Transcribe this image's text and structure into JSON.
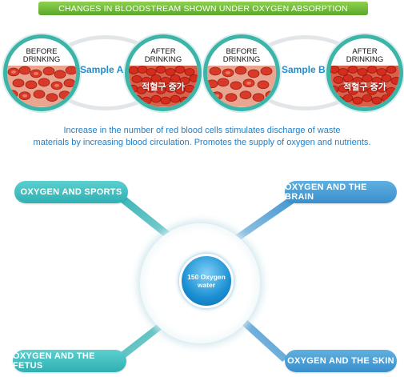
{
  "banner": {
    "title": "CHANGES IN BLOODSTREAM SHOWN UNDER OXYGEN ABSORPTION"
  },
  "samples": [
    {
      "before_label_l1": "BEFORE",
      "before_label_l2": "DRINKING",
      "after_label_l1": "AFTER",
      "after_label_l2": "DRINKING",
      "sample_label": "Sample A",
      "after_caption": "적혈구 증가"
    },
    {
      "before_label_l1": "BEFORE",
      "before_label_l2": "DRINKING",
      "after_label_l1": "AFTER",
      "after_label_l2": "DRINKING",
      "sample_label": "Sample B",
      "after_caption": "적혈구 증가"
    }
  ],
  "description": {
    "line1": "Increase in the number of red blood cells stimulates discharge of waste",
    "line2": "materials by increasing blood  circulation. Promotes the supply of oxygen and nutrients."
  },
  "hub": {
    "line1": "150 Oxygen",
    "line2": "water"
  },
  "topics": {
    "sports": "OXYGEN AND SPORTS",
    "brain": "OXYGEN AND THE BRAIN",
    "fetus": "OXYGEN AND THE FETUS",
    "skin": "OXYGEN AND THE SKIN"
  },
  "colors": {
    "banner_green": "#6cbf34",
    "teal": "#35b5b6",
    "blue": "#3f94cf",
    "text_blue": "#1f7fc8",
    "cell_red": "#d83a2a"
  }
}
